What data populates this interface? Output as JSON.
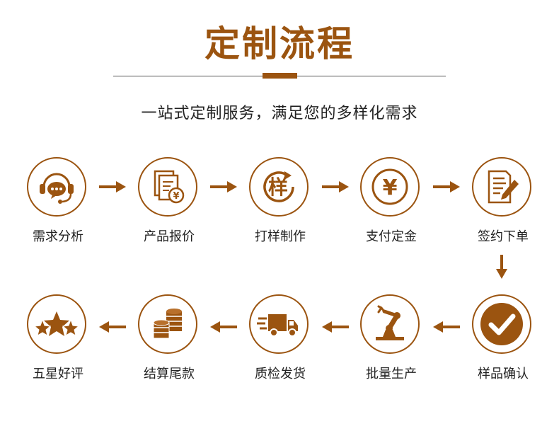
{
  "header": {
    "title": "定制流程",
    "subtitle": "一站式定制服务，满足您的多样化需求"
  },
  "colors": {
    "accent": "#9b5410",
    "text": "#222222",
    "rule": "#555555"
  },
  "steps": [
    {
      "label": "需求分析",
      "icon": "headset-chat-icon"
    },
    {
      "label": "产品报价",
      "icon": "quote-documents-icon",
      "glyph": "¥"
    },
    {
      "label": "打样制作",
      "icon": "sample-cycle-icon",
      "glyph": "样"
    },
    {
      "label": "支付定金",
      "icon": "yen-coin-icon",
      "glyph": "¥"
    },
    {
      "label": "签约下单",
      "icon": "contract-pen-icon"
    },
    {
      "label": "样品确认",
      "icon": "checkmark-icon"
    },
    {
      "label": "批量生产",
      "icon": "robot-arm-icon"
    },
    {
      "label": "质检发货",
      "icon": "delivery-truck-icon"
    },
    {
      "label": "结算尾款",
      "icon": "coin-stack-icon"
    },
    {
      "label": "五星好评",
      "icon": "five-stars-icon"
    }
  ]
}
